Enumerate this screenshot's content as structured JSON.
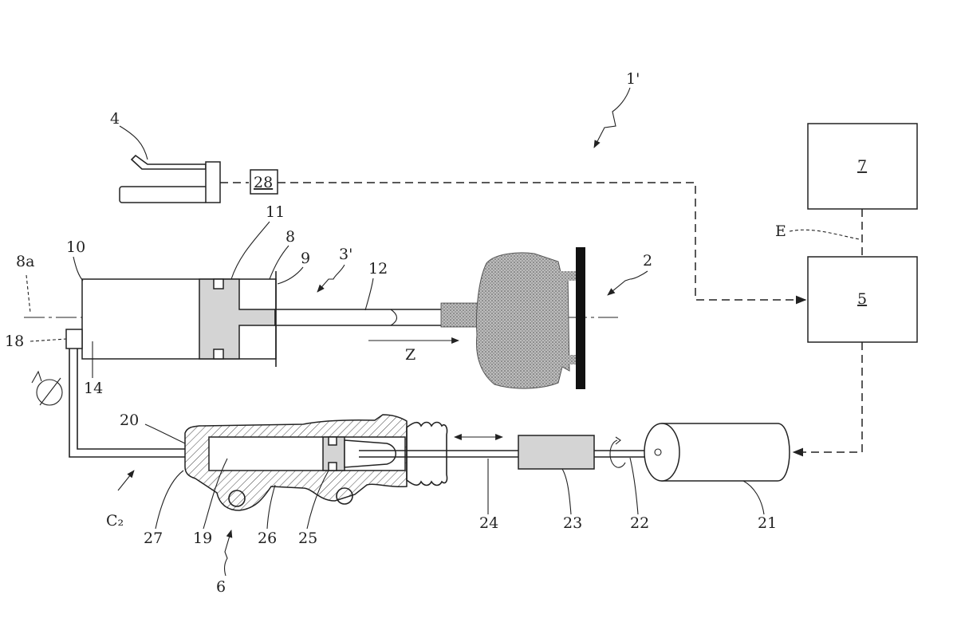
{
  "labels": {
    "l1p": "1'",
    "l2": "2",
    "l3p": "3'",
    "l4": "4",
    "l5": "5",
    "l6": "6",
    "l7": "7",
    "l8": "8",
    "l8a": "8a",
    "l9": "9",
    "l10": "10",
    "l11": "11",
    "l12": "12",
    "l14": "14",
    "l18": "18",
    "l19": "19",
    "l20": "20",
    "l21": "21",
    "l22": "22",
    "l23": "23",
    "l24": "24",
    "l25": "25",
    "l26": "26",
    "l27": "27",
    "l28": "28",
    "lE": "E",
    "lZ": "Z",
    "lC2": "C₂"
  }
}
